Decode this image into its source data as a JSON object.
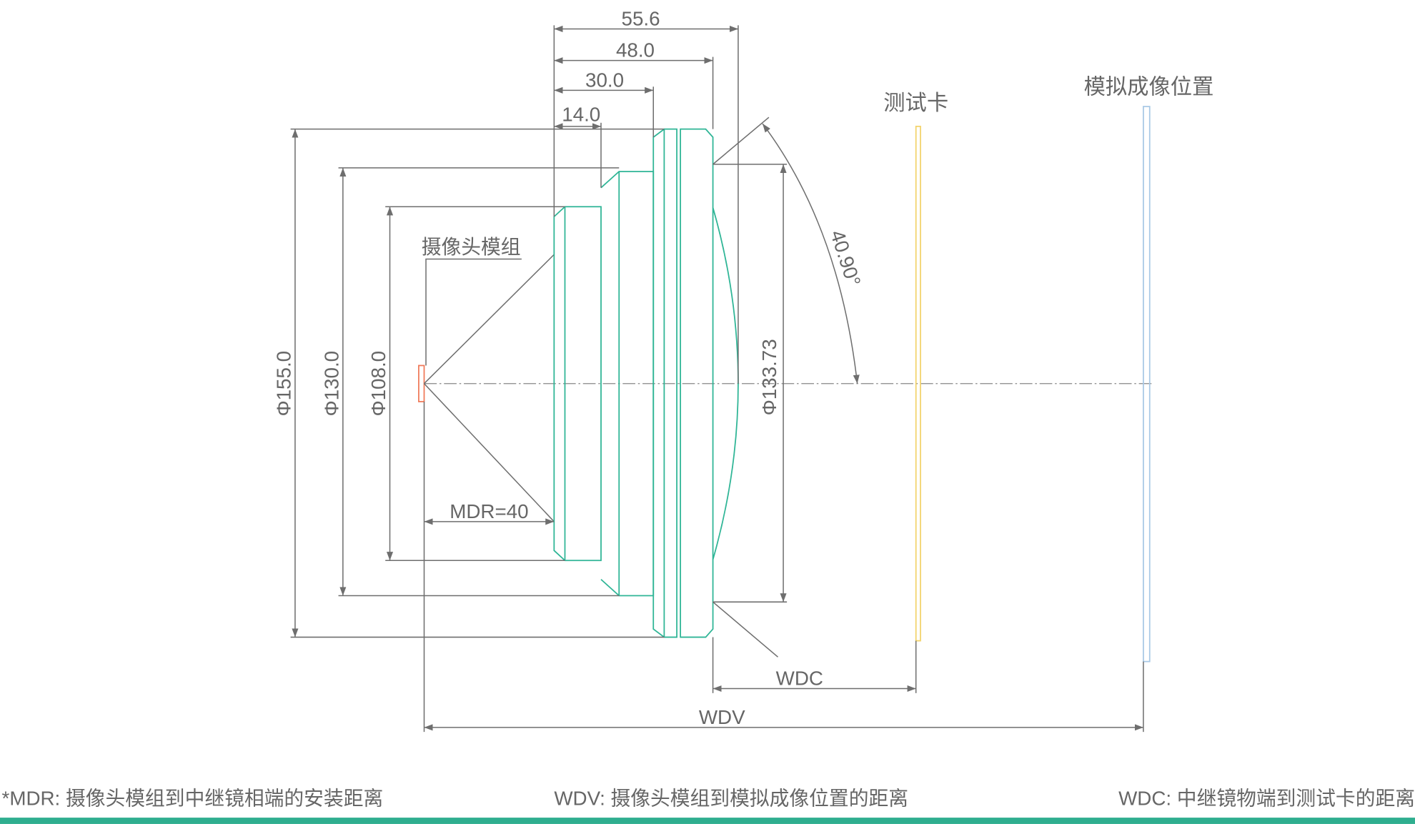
{
  "dimensions": {
    "d155": "Φ155.0",
    "d130": "Φ130.0",
    "d108": "Φ108.0",
    "d133": "Φ133.73",
    "l556": "55.6",
    "l480": "48.0",
    "l300": "30.0",
    "l140": "14.0",
    "angle": "40.90°",
    "mdr": "MDR=40",
    "wdc": "WDC",
    "wdv": "WDV"
  },
  "labels": {
    "camera_module": "摄像头模组",
    "test_card": "测试卡",
    "sim_image": "模拟成像位置"
  },
  "footer": {
    "mdr_note": "*MDR: 摄像头模组到中继镜相端的安装距离",
    "wdv_note": "WDV: 摄像头模组到模拟成像位置的距离",
    "wdc_note": "WDC: 中继镜物端到测试卡的距离"
  },
  "colors": {
    "lens": "#2fb596",
    "test_card": "#f3d36b",
    "sim_image": "#a9c9e6",
    "sensor": "#f07a5a",
    "footer_bar": "#2fae8f"
  }
}
